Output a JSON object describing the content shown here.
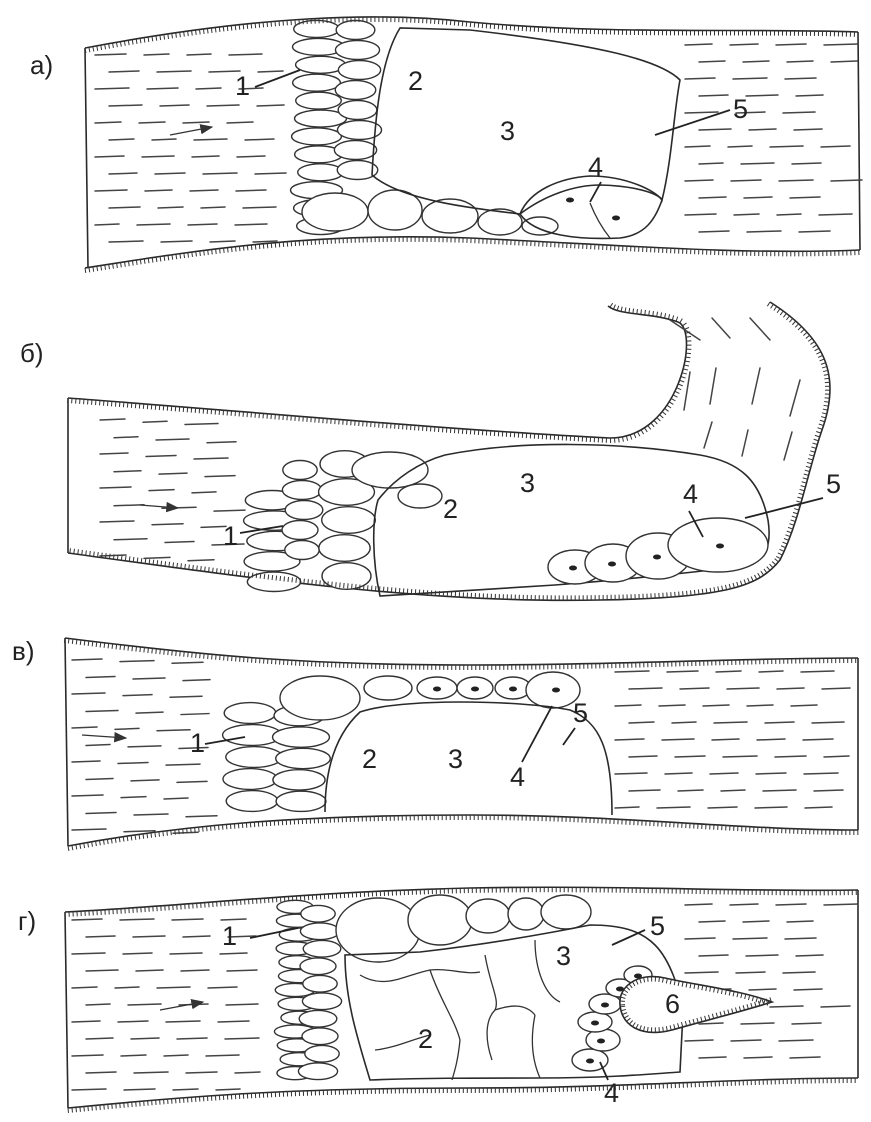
{
  "panels": [
    {
      "id": "a",
      "label": "а)",
      "numbers": [
        "1",
        "2",
        "3",
        "4",
        "5"
      ]
    },
    {
      "id": "b",
      "label": "б)",
      "numbers": [
        "1",
        "2",
        "3",
        "4",
        "5"
      ]
    },
    {
      "id": "v",
      "label": "в)",
      "numbers": [
        "1",
        "2",
        "3",
        "4",
        "5"
      ]
    },
    {
      "id": "g",
      "label": "г)",
      "numbers": [
        "1",
        "2",
        "3",
        "4",
        "5",
        "6"
      ]
    }
  ]
}
